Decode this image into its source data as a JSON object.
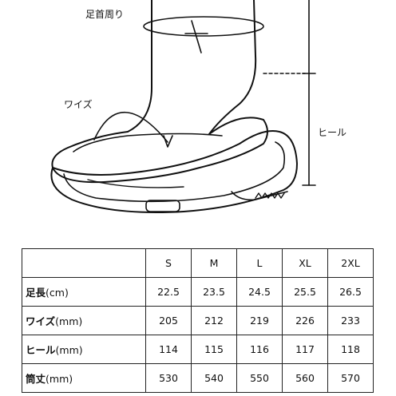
{
  "labels": {
    "ankle_circumference": "足首周り",
    "width": "ワイズ",
    "heel": "ヒール"
  },
  "table": {
    "columns": [
      "S",
      "M",
      "L",
      "XL",
      "2XL"
    ],
    "rows": [
      {
        "name": "足長",
        "unit": "(cm)",
        "values": [
          "22.5",
          "23.5",
          "24.5",
          "25.5",
          "26.5"
        ]
      },
      {
        "name": "ワイズ",
        "unit": "(mm)",
        "values": [
          "205",
          "212",
          "219",
          "226",
          "233"
        ]
      },
      {
        "name": "ヒール",
        "unit": "(mm)",
        "values": [
          "114",
          "115",
          "116",
          "117",
          "118"
        ]
      },
      {
        "name": "筒丈",
        "unit": "(mm)",
        "values": [
          "530",
          "540",
          "550",
          "560",
          "570"
        ]
      }
    ]
  }
}
